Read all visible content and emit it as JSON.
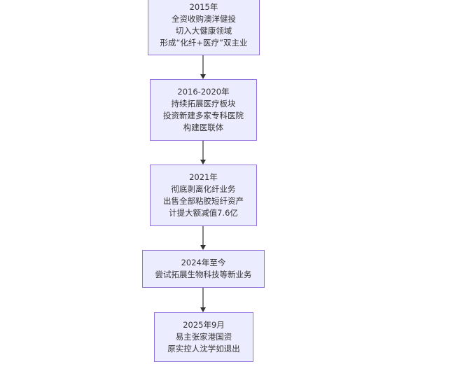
{
  "flowchart": {
    "nodes": [
      {
        "id": "n2015",
        "lines": [
          "2015年",
          "全资收购澳洋健投",
          "切入大健康领域",
          "形成“化纤+医疗”双主业"
        ]
      },
      {
        "id": "n2016",
        "lines": [
          "2016-2020年",
          "持续拓展医疗板块",
          "投资新建多家专科医院",
          "构建医联体"
        ]
      },
      {
        "id": "n2021",
        "lines": [
          "2021年",
          "彻底剥离化纤业务",
          "出售全部粘胶短纤资产",
          "计提大额减值7.6亿"
        ]
      },
      {
        "id": "n2024",
        "lines": [
          "2024年至今",
          "尝试拓展生物科技等新业务"
        ]
      },
      {
        "id": "n2025",
        "lines": [
          "2025年9月",
          "易主张家港国资",
          "原实控人沈学如退出"
        ]
      }
    ],
    "edges": [
      {
        "from": "n2015",
        "to": "n2016"
      },
      {
        "from": "n2016",
        "to": "n2021"
      },
      {
        "from": "n2021",
        "to": "n2024"
      },
      {
        "from": "n2024",
        "to": "n2025"
      }
    ]
  }
}
